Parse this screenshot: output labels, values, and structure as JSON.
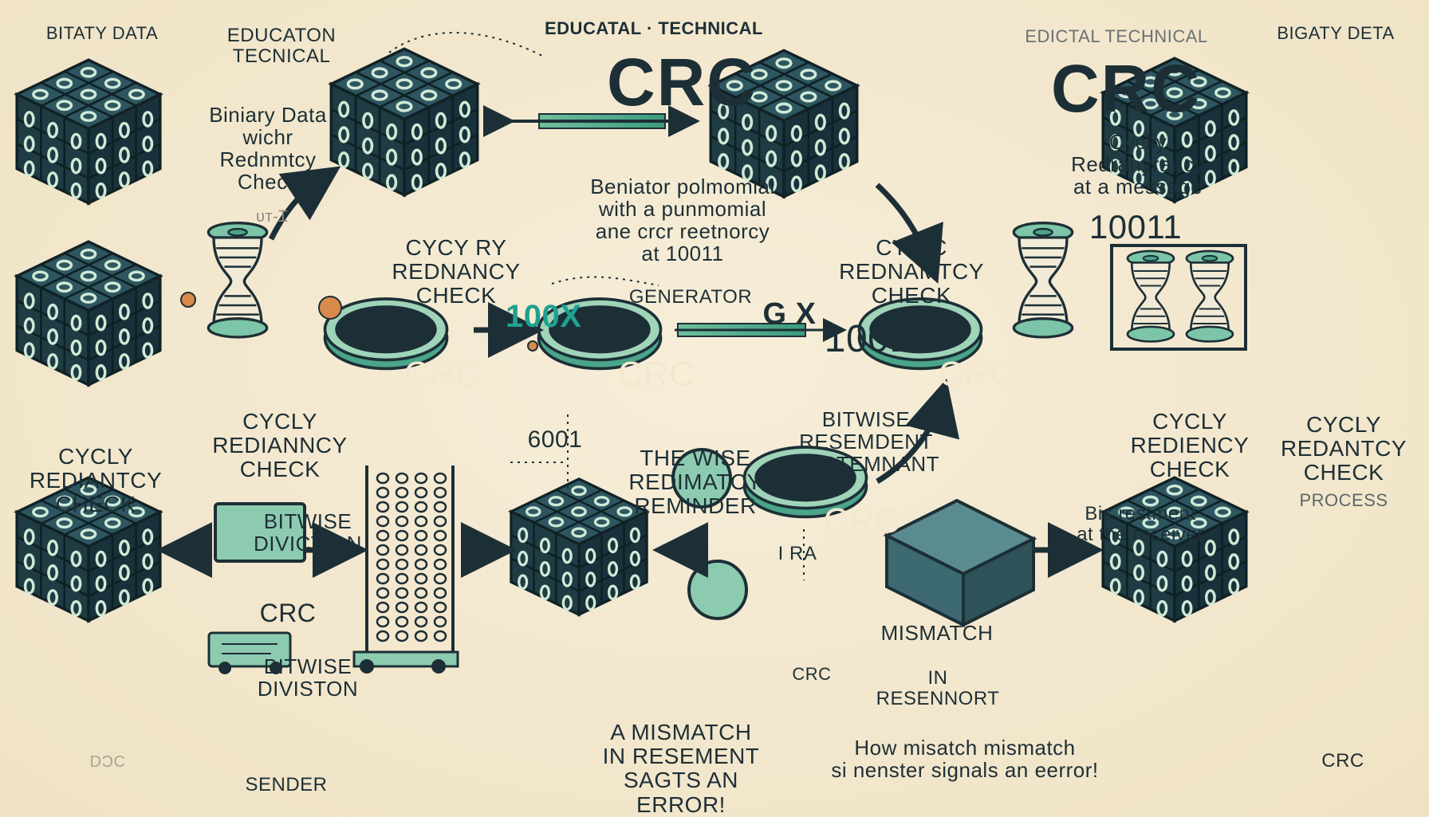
{
  "labels": {
    "top_left_a": "BITATY DATA",
    "top_left_b": "EDUCATON\nTECNICAL",
    "top_center_a": "EDUCATAL · TECHNICAL",
    "top_right_a": "EDICTAL TECHNICAL",
    "top_right_b": "BIGATY DETA",
    "crc_title_1": "CRC",
    "crc_title_2": "CRC",
    "binary_data_note": "Biniary Data\nwichr\nRednmtcy\nCheck",
    "faded_code": "ᴜᴛ-ɪ",
    "generator_note": "Beniator polmomial\nwith a punmomial\nane crcr reetnorcy\nat 10011",
    "cycly_note_right": "Cycliy\nRedranyrancy\nat a message",
    "code_10011_right": "10011",
    "cycy_redn_1": "CYCY RY\nREDNANCY\nCHECK",
    "cyclic_redn": "CYCIC\nREDNAMTCY\nCHECK",
    "hundred_x": "100X",
    "generator": "GENERATOR",
    "gx": "G x",
    "gx_value": "10011",
    "crc_disc_1": "CRC",
    "crc_disc_2": "CRC",
    "crc_disc_3": "CRC",
    "crc_disc_4": "CRC",
    "crc_small_disc": "CRC",
    "cycly_left_mid": "CYCLY\nREDIANNCY\nCHECK",
    "cycly_left_low": "CYCLY\nREDIANTCY\nCHECK",
    "code_6001": "6001",
    "wise_remainder": "THE WISE\nREDIMATCY\nREMINDER",
    "bitwise_resement": "BITWISE\nRESEMDENT\nRESTEMNANT",
    "cycly_right_mid": "CYCLY\nREDIENCY\nCHECK",
    "cycly_right_far": "CYCLY\nREDANTCY\nCHECK",
    "process": "PROCESS",
    "bitwise_division_1": "BITWISE\nDIVICTION",
    "bitwise_division_2": "BITWISE\nDIVISTON",
    "crc_box": "CRC",
    "ira": "I RA",
    "bis_restment": "Bis restment\nat the receiver",
    "mismatch": "MISMATCH",
    "in_resnort": "IN\nRESENNORT",
    "crc_block": "CRC RC",
    "sender": "SENDER",
    "a_mismatch": "A MISMATCH\nIN RESEMENT\nSAGTS AN ERROR!",
    "how_mismatch": "How misatch mismatch\nsi nenster signals an eerror!",
    "crc_bottom_right": "CRC",
    "faded_bottom_left": "DƆC"
  },
  "colors": {
    "background": "#f3e8cf",
    "ink": "#1d2f36",
    "teal": "#4aa58a",
    "teal_light": "#7cc5a8",
    "cube_dark": "#1f3c44",
    "accent": "#1fa190"
  }
}
